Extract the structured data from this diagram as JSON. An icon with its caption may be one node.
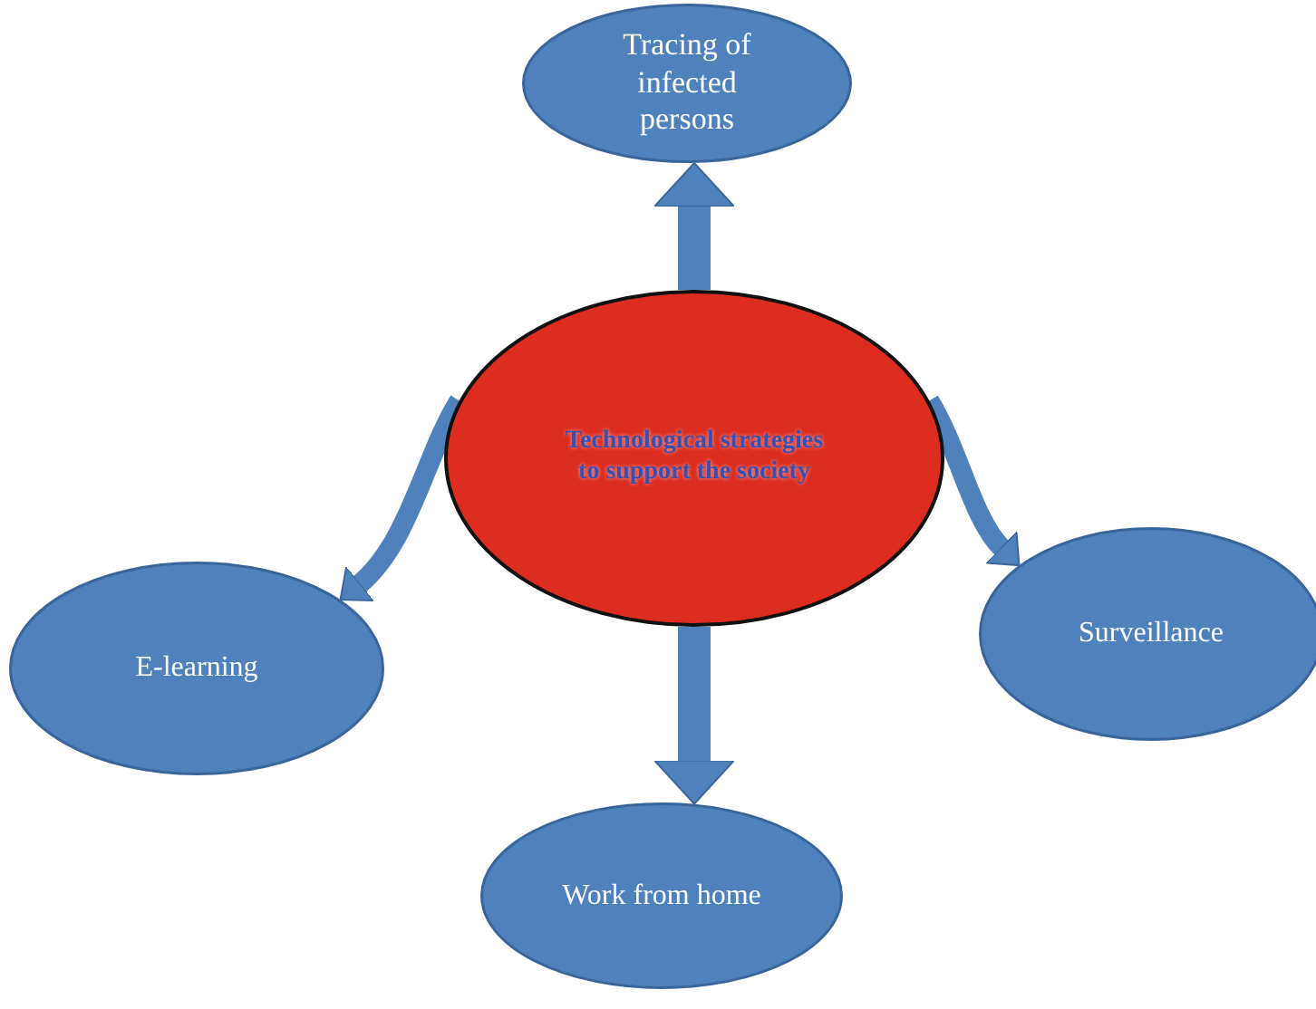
{
  "diagram": {
    "nodes": [
      {
        "text": [
          "Technological strategies to support the society"
        ]
      },
      {
        "text": [
          "Tracing of infected persons"
        ]
      },
      {
        "text": [
          "E-learning"
        ]
      },
      {
        "text": [
          "Surveillance"
        ]
      },
      {
        "text": [
          "Work from home"
        ]
      }
    ],
    "edges": [
      {
        "from": 0,
        "to": 1,
        "arrow": "to"
      },
      {
        "from": 0,
        "to": 2,
        "arrow": "to"
      },
      {
        "from": 0,
        "to": 3,
        "arrow": "to"
      },
      {
        "from": 0,
        "to": 4,
        "arrow": "to"
      }
    ]
  }
}
